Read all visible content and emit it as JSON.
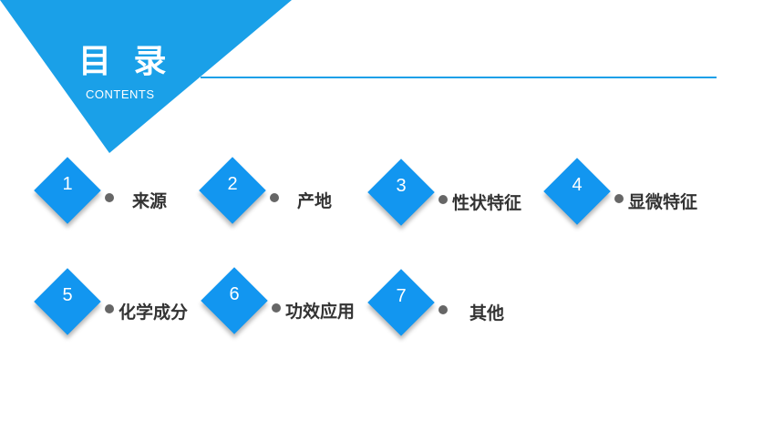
{
  "header": {
    "title": "目 录",
    "subtitle": "CONTENTS"
  },
  "colors": {
    "accent": "#1296f0",
    "header_triangle": "#1aa0e8",
    "text": "#333333",
    "bullet": "#666666"
  },
  "items": [
    {
      "number": "1",
      "label": "来源"
    },
    {
      "number": "2",
      "label": "产地"
    },
    {
      "number": "3",
      "label": "性状特征"
    },
    {
      "number": "4",
      "label": "显微特征"
    },
    {
      "number": "5",
      "label": "化学成分"
    },
    {
      "number": "6",
      "label": "功效应用"
    },
    {
      "number": "7",
      "label": "其他"
    }
  ]
}
